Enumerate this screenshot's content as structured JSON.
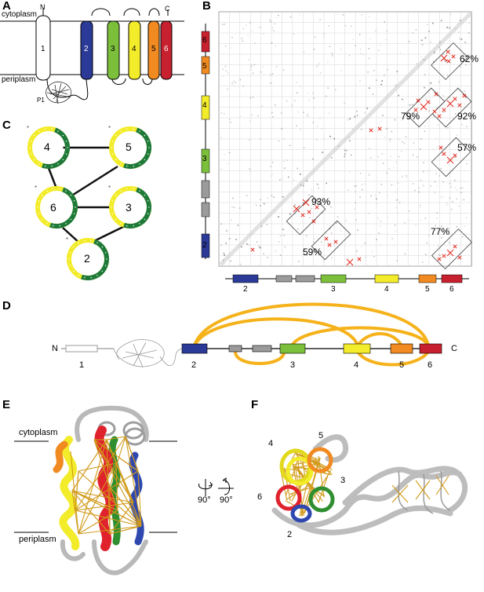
{
  "panels": {
    "A": "A",
    "B": "B",
    "C": "C",
    "D": "D",
    "E": "E",
    "F": "F"
  },
  "panel_a": {
    "cytoplasm": "cytoplasm",
    "periplasm": "periplasm",
    "n_term": "N",
    "c_term": "C",
    "p1": "P1",
    "helices": [
      {
        "label": "1",
        "color": "#ffffff"
      },
      {
        "label": "2",
        "color": "#2b3a97"
      },
      {
        "label": "3",
        "color": "#7cbf3b"
      },
      {
        "label": "4",
        "color": "#f3ec2a"
      },
      {
        "label": "5",
        "color": "#f18a21"
      },
      {
        "label": "6",
        "color": "#c7202e"
      }
    ]
  },
  "panel_b": {
    "y_axis_labels": [
      "6",
      "5",
      "4",
      "3",
      "2"
    ],
    "x_axis_labels": [
      "2",
      "3",
      "4",
      "5",
      "6"
    ],
    "percentages": [
      "62%",
      "79%",
      "92%",
      "57%",
      "93%",
      "77%",
      "59%"
    ],
    "contact_color": "#e3261c"
  },
  "panel_c": {
    "nodes": [
      "4",
      "5",
      "6",
      "3",
      "2"
    ],
    "ring_colors": {
      "outer": "#f3ec2a",
      "inner": "#1f7a3a"
    }
  },
  "panel_d": {
    "n_term": "N",
    "c_term": "C",
    "labels": [
      "1",
      "2",
      "3",
      "4",
      "5",
      "6"
    ],
    "arc_color": "#f5b21a"
  },
  "panel_e": {
    "cytoplasm": "cytoplasm",
    "periplasm": "periplasm"
  },
  "rotation": {
    "angle1": "90°",
    "angle2": "90°"
  },
  "panel_f": {
    "labels": [
      "4",
      "5",
      "6",
      "3",
      "2"
    ]
  }
}
